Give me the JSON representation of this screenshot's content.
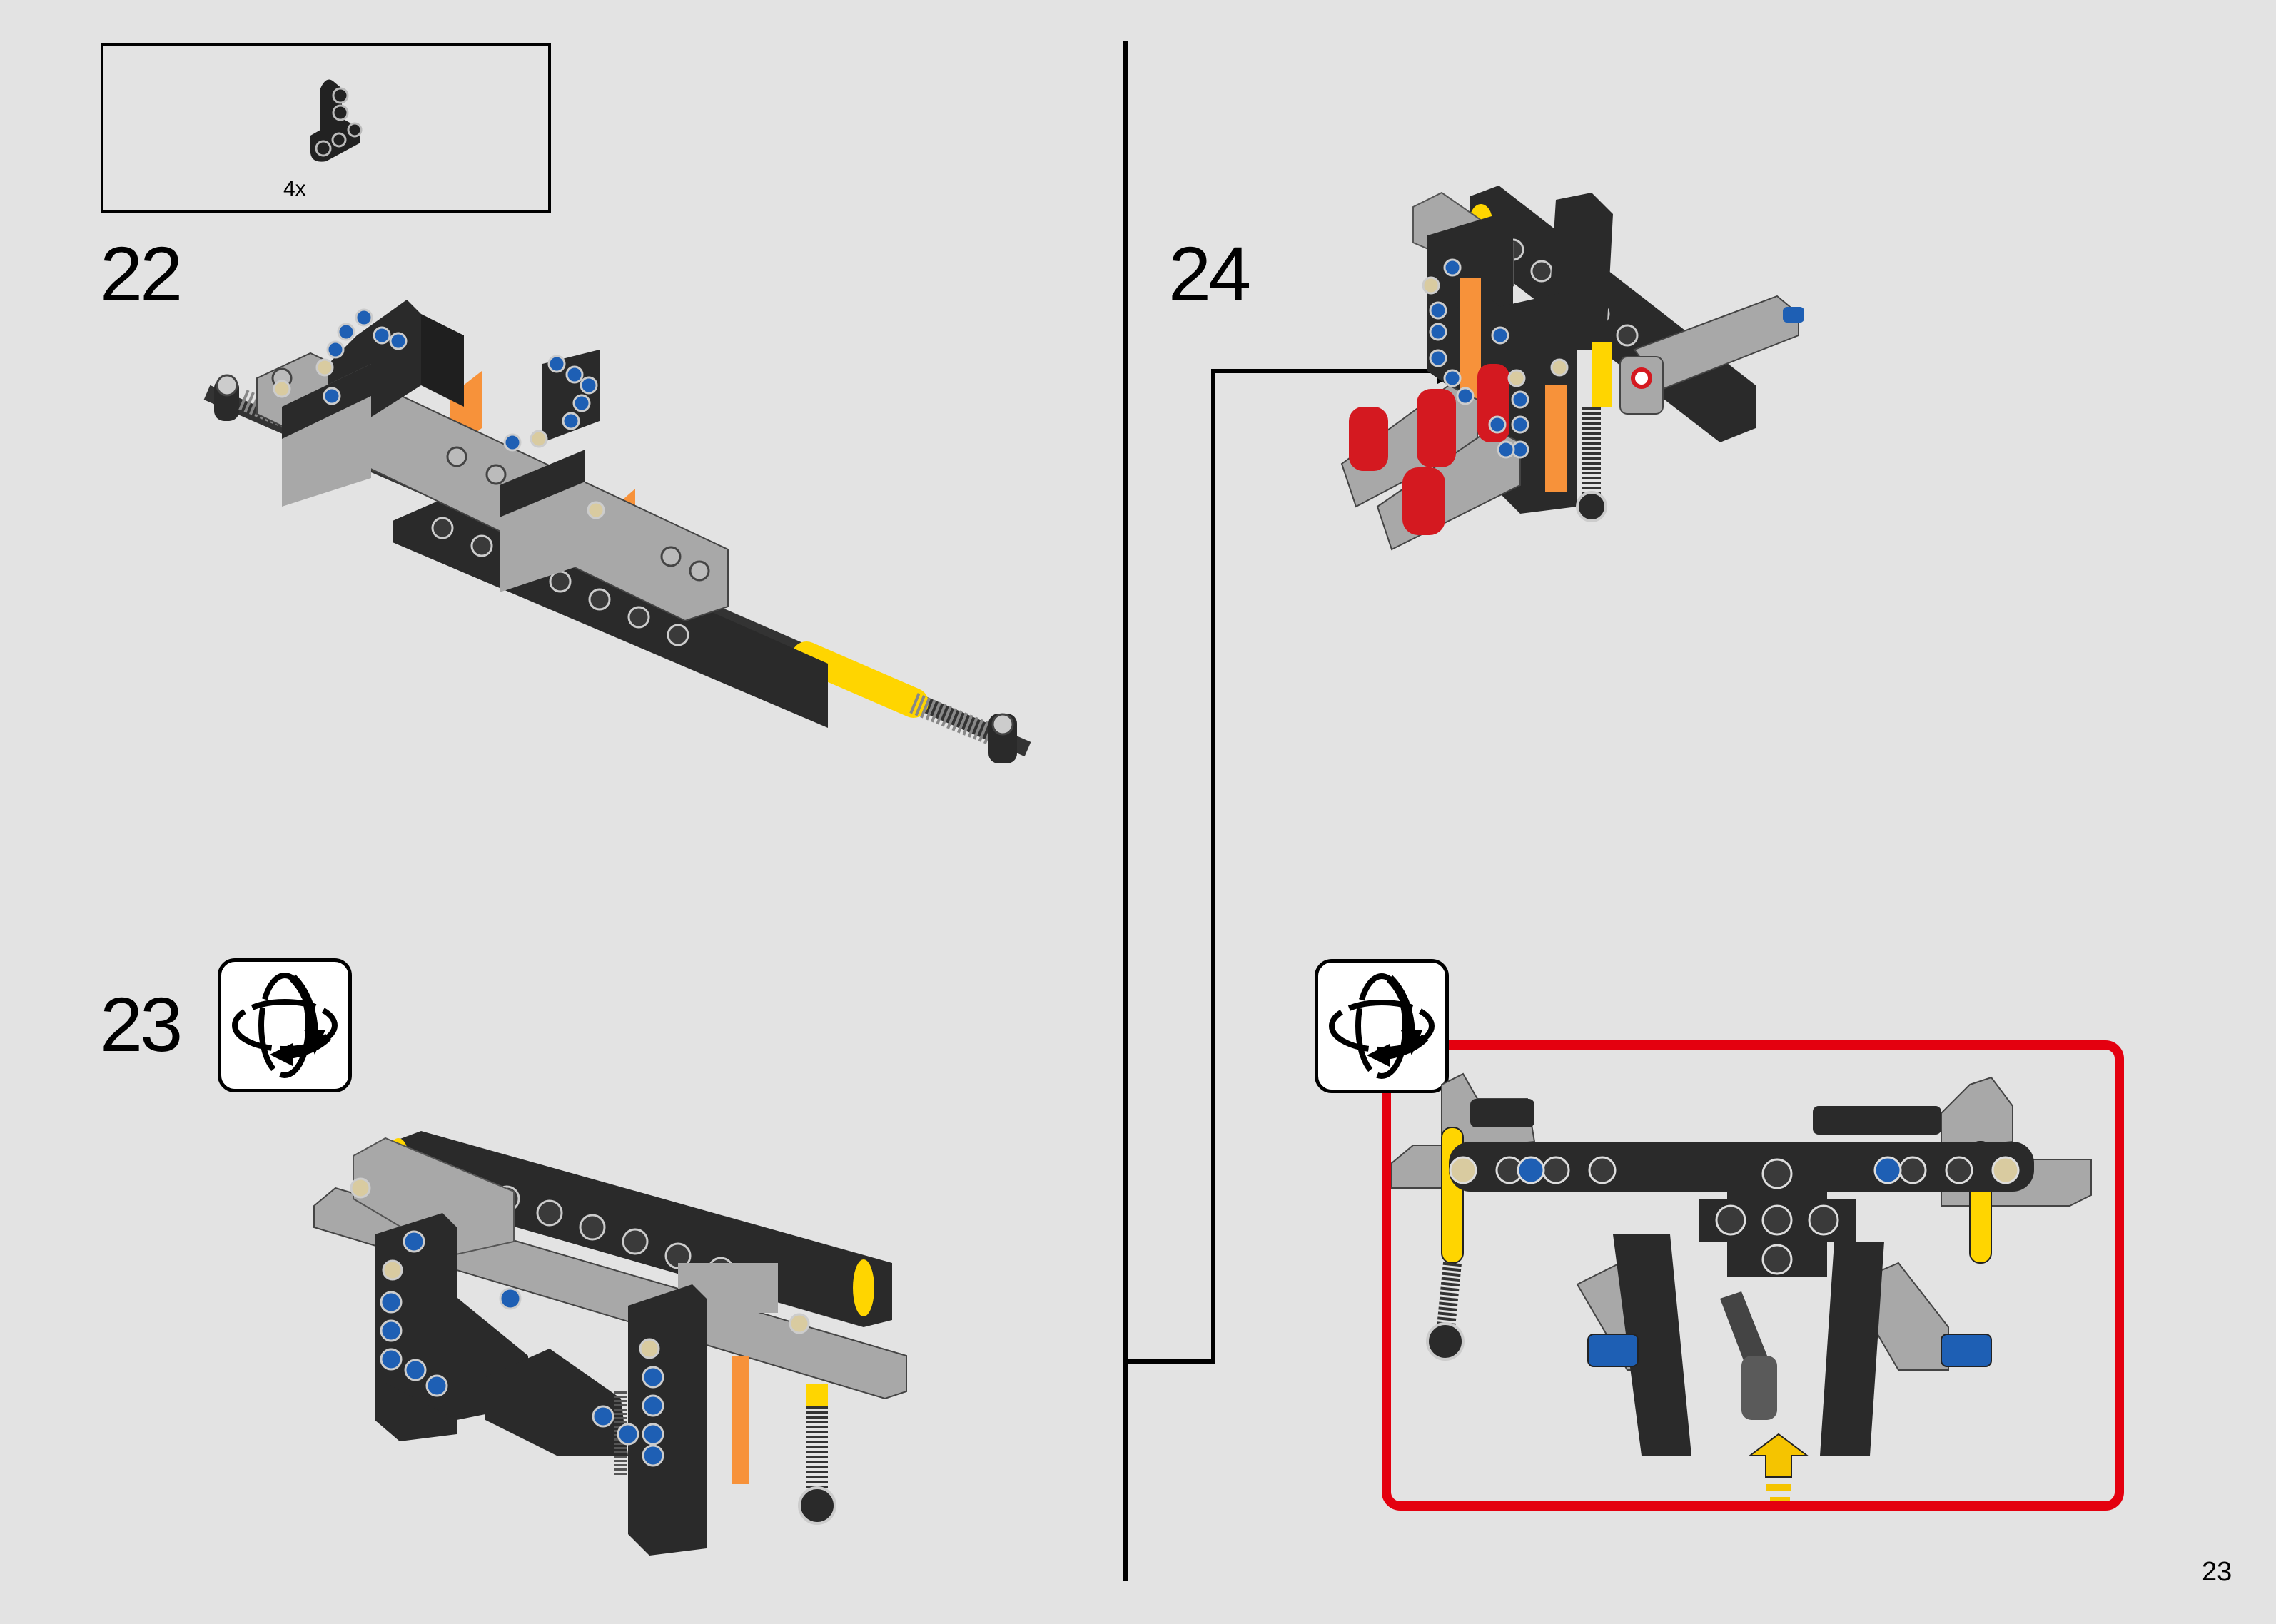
{
  "page": {
    "page_number": "23",
    "background_color": "#e3e3e3"
  },
  "parts_list": {
    "items": [
      {
        "part": "black-t-beam-3x3",
        "color": "#2b2b2b",
        "quantity": "4x"
      }
    ]
  },
  "steps": [
    {
      "number": "22",
      "has_rotate_icon": false
    },
    {
      "number": "23",
      "has_rotate_icon": true,
      "icon": "rotate-model-icon"
    },
    {
      "number": "24",
      "has_rotate_icon": false,
      "callout": {
        "icon": "rotate-model-icon",
        "frame_color": "#e4000f",
        "insertion_arrow_color": "#f5c400"
      }
    }
  ],
  "colors": {
    "black_brick": "#2a2a2a",
    "light_gray": "#a8a8a8",
    "yellow": "#ffd500",
    "orange": "#f7923a",
    "blue_pin": "#1e5fb4",
    "tan_pin": "#d9cba0",
    "red_part": "#d41920",
    "callout_red": "#e4000f"
  }
}
